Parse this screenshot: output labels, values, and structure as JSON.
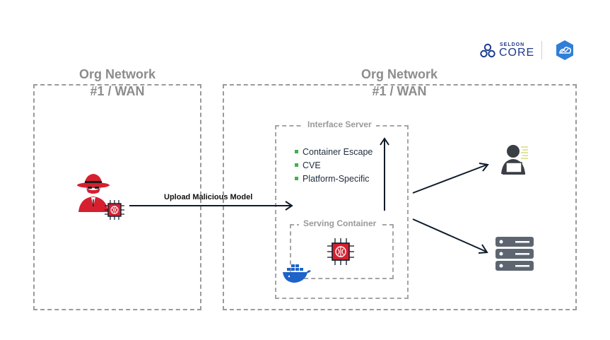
{
  "logo": {
    "seldon_small": "SELDON",
    "seldon_big": "CORE"
  },
  "zones": {
    "left": {
      "line1": "Org Network",
      "line2": "#1 / WAN"
    },
    "right": {
      "line1": "Org Network",
      "line2": "#1 / WAN"
    }
  },
  "interface_server": {
    "title": "Interface Server",
    "items": [
      "Container Escape",
      "CVE",
      "Platform-Specific"
    ]
  },
  "serving_container": {
    "title": "Serving Container"
  },
  "arrow": {
    "label": "Upload Malicious Model"
  },
  "colors": {
    "attacker": "#d6202f",
    "border": "#9a9a9a",
    "navy": "#0d1b2a",
    "bullet": "#3fb24a",
    "server": "#5d6670"
  },
  "icons": [
    "hacker-icon",
    "ai-chip-icon",
    "docker-whale-icon",
    "user-at-laptop-icon",
    "server-stack-icon",
    "seldon-logo-icon",
    "kserve-logo-icon"
  ]
}
